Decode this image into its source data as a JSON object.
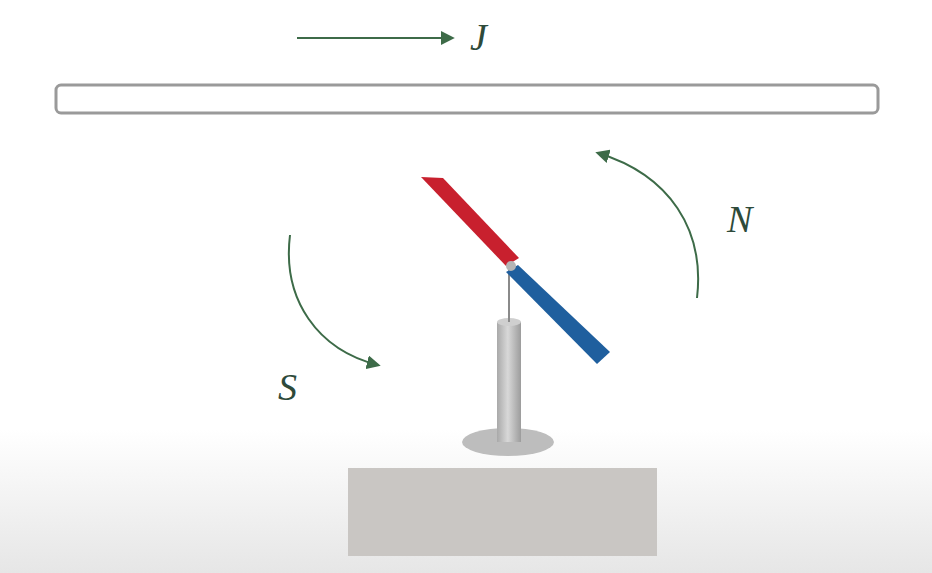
{
  "diagram": {
    "labels": [
      "J",
      "N",
      "S"
    ]
  }
}
